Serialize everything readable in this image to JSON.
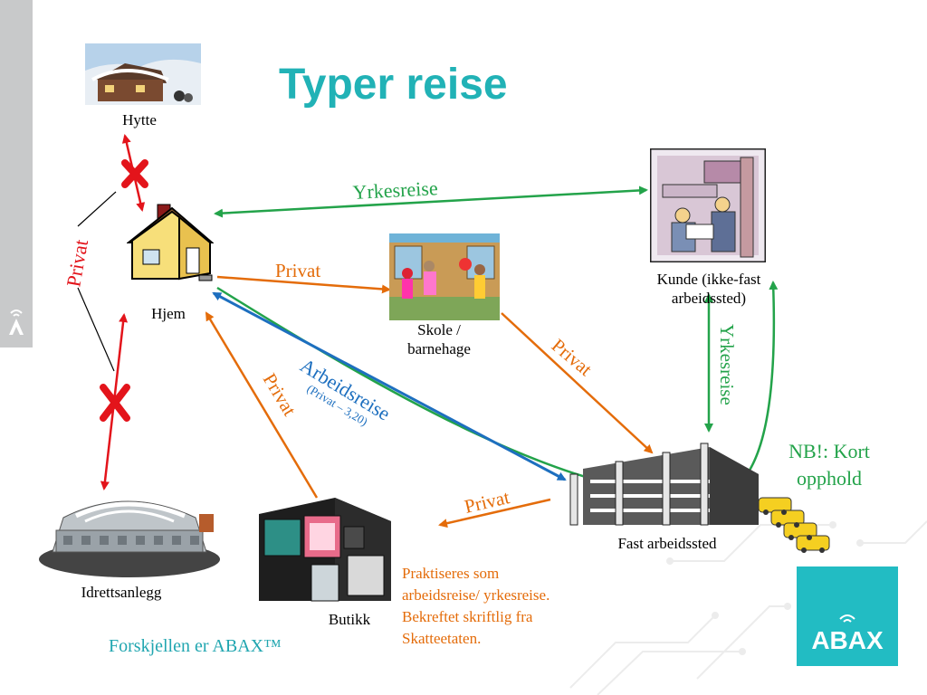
{
  "slide": {
    "title": "Typer reise",
    "tagline": "Forskjellen er ABAX™",
    "note_lines": [
      "Praktiseres som",
      "arbeidsreise/ yrkesreise.",
      "Bekreftet skriftlig fra",
      "Skatteetaten."
    ],
    "nb_note": [
      "NB!: Kort",
      "opphold"
    ],
    "brand": "ABAX"
  },
  "places": {
    "hytte": "Hytte",
    "hjem": "Hjem",
    "skole": [
      "Skole /",
      "barnehage"
    ],
    "kunde": [
      "Kunde (ikke-fast",
      "arbeidssted)"
    ],
    "fast": "Fast arbeidssted",
    "idrett": "Idrettsanlegg",
    "butikk": "Butikk"
  },
  "arrows": {
    "privat_left": "Privat",
    "yrkesreise_top": "Yrkesreise",
    "privat_skole": "Privat",
    "privat_diag": "Privat",
    "arbeidsreise": "Arbeidsreise",
    "arbeidsreise_sub": "(Privat – 3,20)",
    "privat_butikk_up": "Privat",
    "privat_butikk": "Privat",
    "yrkesreise_right": "Yrkesreise"
  },
  "colors": {
    "title": "#21b2b6",
    "green": "#23a34a",
    "orange": "#e46c0a",
    "blue": "#1d6fbf",
    "red": "#e3141b",
    "brand_box": "#22bcc3"
  }
}
